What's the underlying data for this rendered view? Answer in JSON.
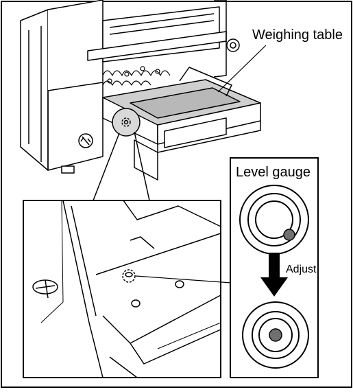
{
  "labels": {
    "weighing_table": "Weighing table",
    "level_gauge": "Level gauge",
    "adjust": "Adjust"
  },
  "gauge": {
    "before": {
      "bubble_state": "off-center"
    },
    "after": {
      "bubble_state": "centered"
    }
  },
  "colors": {
    "line": "#000000",
    "panel_bg": "#ffffff",
    "table_fill": "#cfcfcf",
    "bubble": "#707070",
    "highlight": "#d9d9d9"
  }
}
